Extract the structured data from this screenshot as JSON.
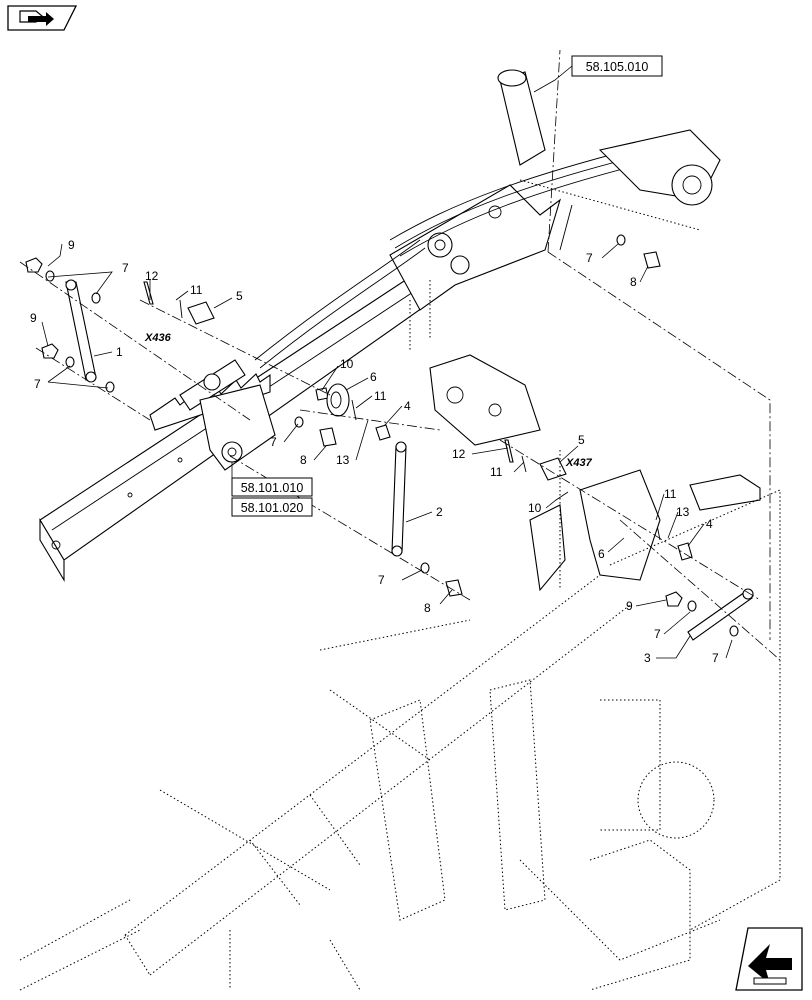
{
  "nav": {
    "prev_icon": "page-back-arrow-icon",
    "next_icon": "page-next-arrow-icon"
  },
  "references": [
    {
      "id": "ref-58105010",
      "text": "58.105.010"
    },
    {
      "id": "ref-58101010",
      "text": "58.101.010"
    },
    {
      "id": "ref-58101020",
      "text": "58.101.020"
    }
  ],
  "connectors": [
    {
      "id": "x436",
      "text": "X436"
    },
    {
      "id": "x437",
      "text": "X437"
    }
  ],
  "callouts": [
    {
      "id": "c9a",
      "text": "9"
    },
    {
      "id": "c7a",
      "text": "7"
    },
    {
      "id": "c12a",
      "text": "12"
    },
    {
      "id": "c11a",
      "text": "11"
    },
    {
      "id": "c5a",
      "text": "5"
    },
    {
      "id": "c9b",
      "text": "9"
    },
    {
      "id": "c1",
      "text": "1"
    },
    {
      "id": "c7b",
      "text": "7"
    },
    {
      "id": "c10a",
      "text": "10"
    },
    {
      "id": "c6a",
      "text": "6"
    },
    {
      "id": "c11b",
      "text": "11"
    },
    {
      "id": "c4a",
      "text": "4"
    },
    {
      "id": "c7c",
      "text": "7"
    },
    {
      "id": "c8a",
      "text": "8"
    },
    {
      "id": "c13a",
      "text": "13"
    },
    {
      "id": "c2",
      "text": "2"
    },
    {
      "id": "c7d",
      "text": "7"
    },
    {
      "id": "c8b",
      "text": "8"
    },
    {
      "id": "c7e",
      "text": "7"
    },
    {
      "id": "c8c",
      "text": "8"
    },
    {
      "id": "c12b",
      "text": "12"
    },
    {
      "id": "c5b",
      "text": "5"
    },
    {
      "id": "c11c",
      "text": "11"
    },
    {
      "id": "c10b",
      "text": "10"
    },
    {
      "id": "c11d",
      "text": "11"
    },
    {
      "id": "c13b",
      "text": "13"
    },
    {
      "id": "c4b",
      "text": "4"
    },
    {
      "id": "c6b",
      "text": "6"
    },
    {
      "id": "c9c",
      "text": "9"
    },
    {
      "id": "c7f",
      "text": "7"
    },
    {
      "id": "c3",
      "text": "3"
    },
    {
      "id": "c7g",
      "text": "7"
    }
  ]
}
